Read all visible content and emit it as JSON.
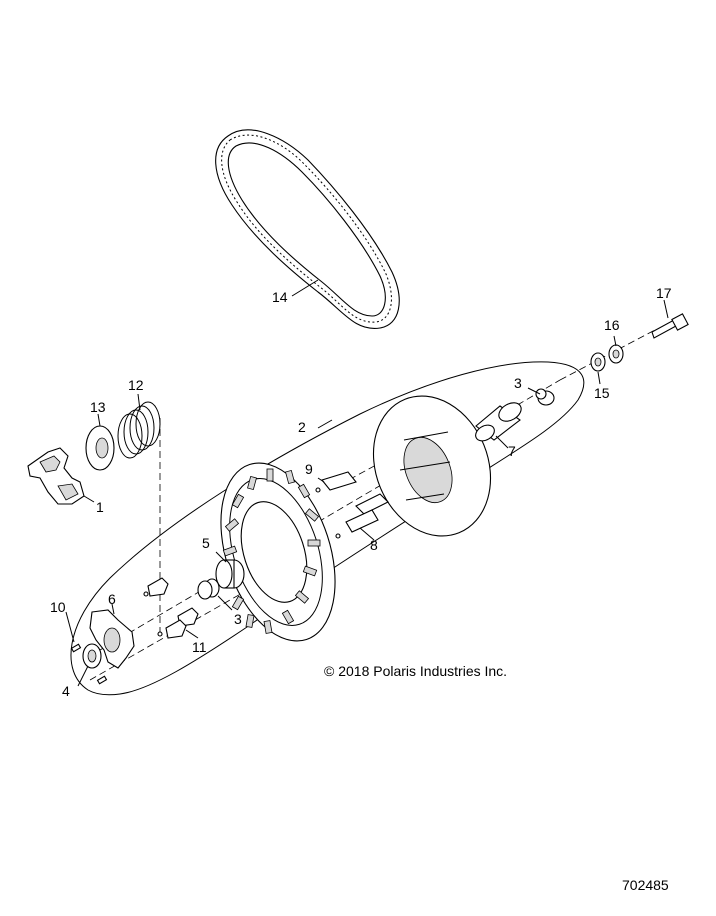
{
  "diagram": {
    "part_labels": {
      "p1": "1",
      "p2": "2",
      "p3a": "3",
      "p3b": "3",
      "p4": "4",
      "p5": "5",
      "p6": "6",
      "p7": "7",
      "p8": "8",
      "p9": "9",
      "p10": "10",
      "p11": "11",
      "p12": "12",
      "p13": "13",
      "p14": "14",
      "p15": "15",
      "p16": "16",
      "p17": "17"
    },
    "copyright": "© 2018 Polaris Industries Inc.",
    "figure_number": "702485"
  }
}
